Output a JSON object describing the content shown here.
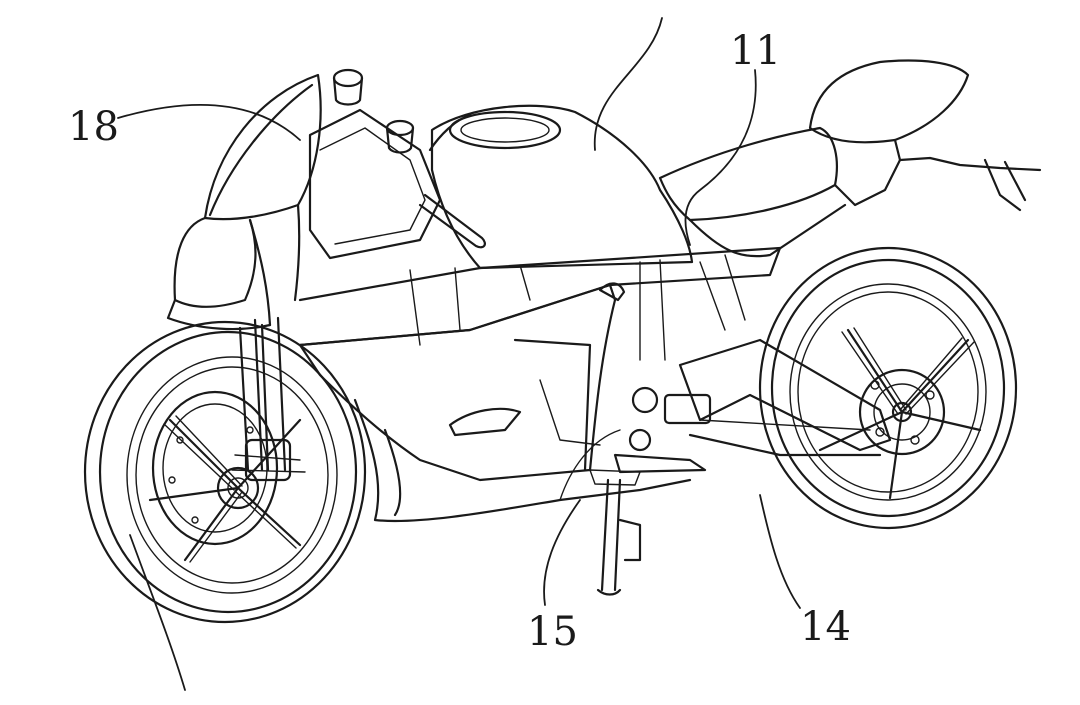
{
  "diagram": {
    "callouts": [
      {
        "id": "18",
        "label": "18"
      },
      {
        "id": "11",
        "label": "11"
      },
      {
        "id": "15",
        "label": "15"
      },
      {
        "id": "14",
        "label": "14"
      }
    ]
  },
  "colors": {
    "line": "#1a1a1a",
    "background": "#ffffff"
  }
}
